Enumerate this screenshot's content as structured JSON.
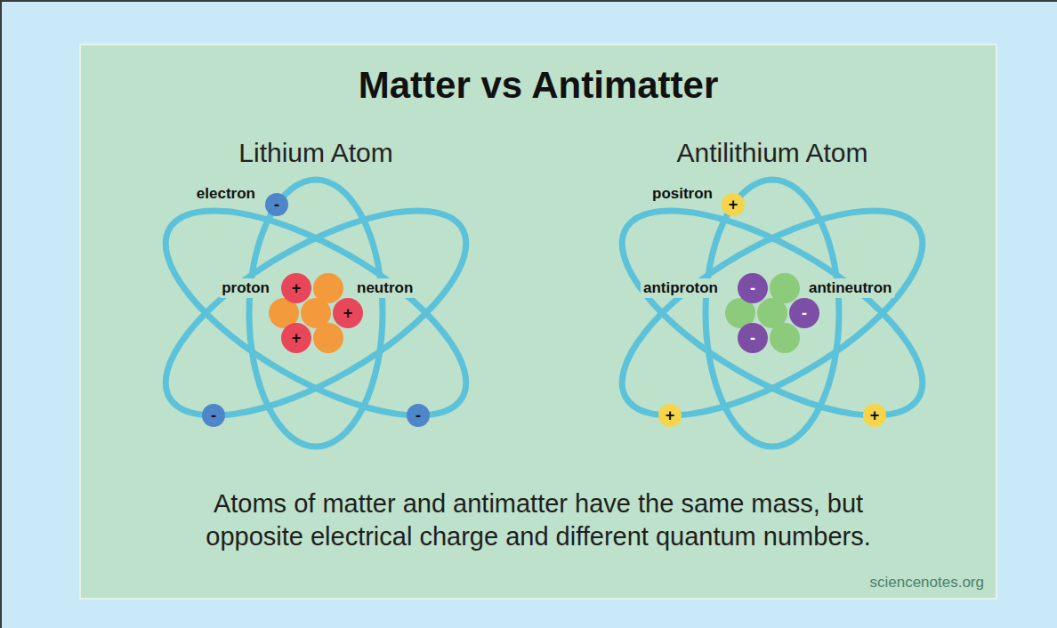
{
  "diagram": {
    "title": "Matter vs Antimatter",
    "caption": "Atoms of matter and antimatter have the same mass, but opposite electrical charge and different quantum numbers.",
    "nodes": [
      {
        "text": [
          "-"
        ]
      },
      {
        "text": [
          "+"
        ]
      },
      {
        "text": [
          "+"
        ]
      },
      {
        "text": [
          "+"
        ]
      },
      {
        "text": [
          "-"
        ]
      },
      {
        "text": [
          "-"
        ]
      },
      {
        "text": [
          "+"
        ]
      },
      {
        "text": [
          "-"
        ]
      },
      {
        "text": [
          "-"
        ]
      },
      {
        "text": [
          "-"
        ]
      },
      {
        "text": [
          "+"
        ]
      },
      {
        "text": [
          "+"
        ]
      }
    ],
    "labels": [
      "Lithium Atom",
      "Antilithium Atom",
      "electron",
      "proton",
      "neutron",
      "positron",
      "antiproton",
      "antineutron",
      "sciencenotes.org"
    ]
  }
}
